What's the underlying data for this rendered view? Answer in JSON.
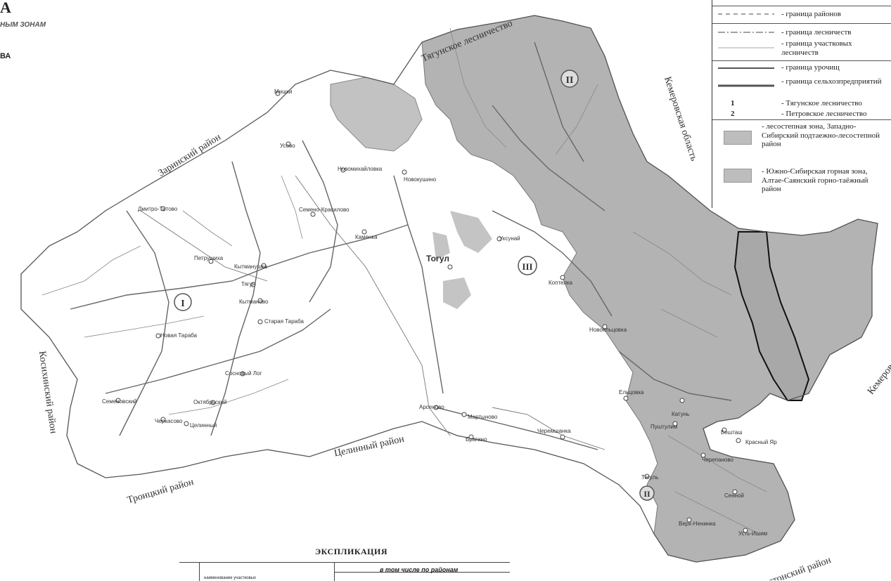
{
  "header": {
    "letter": "А",
    "subtitle": "НЫМ ЗОНАМ",
    "line3": "ВА"
  },
  "regions": {
    "zarinsky": "Заринский район",
    "kosikhinsky": "Косихинский район",
    "troitsky": "Троицкий район",
    "tselinny": "Целинный район",
    "soltonsky": "Солтонский район",
    "kemerovo_top": "Кемеровская область",
    "kemerovo_right": "Кемеровская область",
    "tyagun_forestry": "Тягунское лесничество"
  },
  "zones": {
    "z1": "I",
    "z2": "II",
    "z3": "III",
    "z4": "II"
  },
  "settlements": {
    "togul": "Тогул",
    "novokuzhino": "Новокушино",
    "novomikhailovka": "Новомихайловка",
    "semeno_krasilovo": "Семено-Красилово",
    "kitmanovo": "Кытманово",
    "kitmanushka": "Кытманушка",
    "petrushikha": "Петрушиха",
    "staraya_tarаba": "Старая Тараба",
    "novaya_taraba": "Новая Тараба",
    "sosnovy_log": "Сосновый Лог",
    "oktyabrsky": "Октябрьский",
    "tselinny_v": "Целинный",
    "cherkasovo": "Черкасово",
    "semenovsky": "Семеновский",
    "dmitro_titovo": "Дмитро-Титово",
    "usovo": "Усово",
    "mishki": "Мишки",
    "kamenka": "Каменка",
    "koptelka": "Коптелка",
    "uksunai": "Уксунай",
    "arsenovo": "Арсеново",
    "martynovo": "Мартыново",
    "bragino": "Брагино",
    "cheremshanka": "Черемшанка",
    "elcovka": "Ельцовка",
    "pushtulim": "Пуштулим",
    "verkhnyaya": "Верх-Ненинка",
    "ust_ishim": "Усть-Ишим",
    "katun": "Катунь",
    "novoelcovka": "Новоельцовка",
    "beshtak": "Бешташ",
    "sennoy": "Сенной",
    "teguly": "Тегуль",
    "krasny_yar": "Красный Яр",
    "cherepanovo": "Черепаново",
    "kitmanovo_t": "Тягун"
  },
  "legend": {
    "rows": [
      {
        "style": "dashed",
        "label": "- граница районов"
      },
      {
        "style": "dashdot",
        "label": "- граница лесничеств"
      },
      {
        "style": "thin",
        "label": "- граница участковых лесничеств"
      },
      {
        "style": "medium",
        "label": "- граница урочищ"
      },
      {
        "style": "thick",
        "label": "- граница сельхозпредприятий"
      },
      {
        "style": "num",
        "num": "1",
        "label": "- Тягунское лесничество"
      },
      {
        "style": "num",
        "num": "2",
        "label": "- Петровское лесничество"
      },
      {
        "style": "swatch",
        "label": "- лесостепная зона, Западно-Сибирский подтаежно-лесостепной район"
      },
      {
        "style": "swatch",
        "label": "- Южно-Сибирская горная зона, Алтае-Саянский горно-таёжный район"
      }
    ]
  },
  "explication": {
    "title": "ЭКСПЛИКАЦИЯ",
    "subheader": "в том числе по районам",
    "column_head": "наименование участковых"
  }
}
